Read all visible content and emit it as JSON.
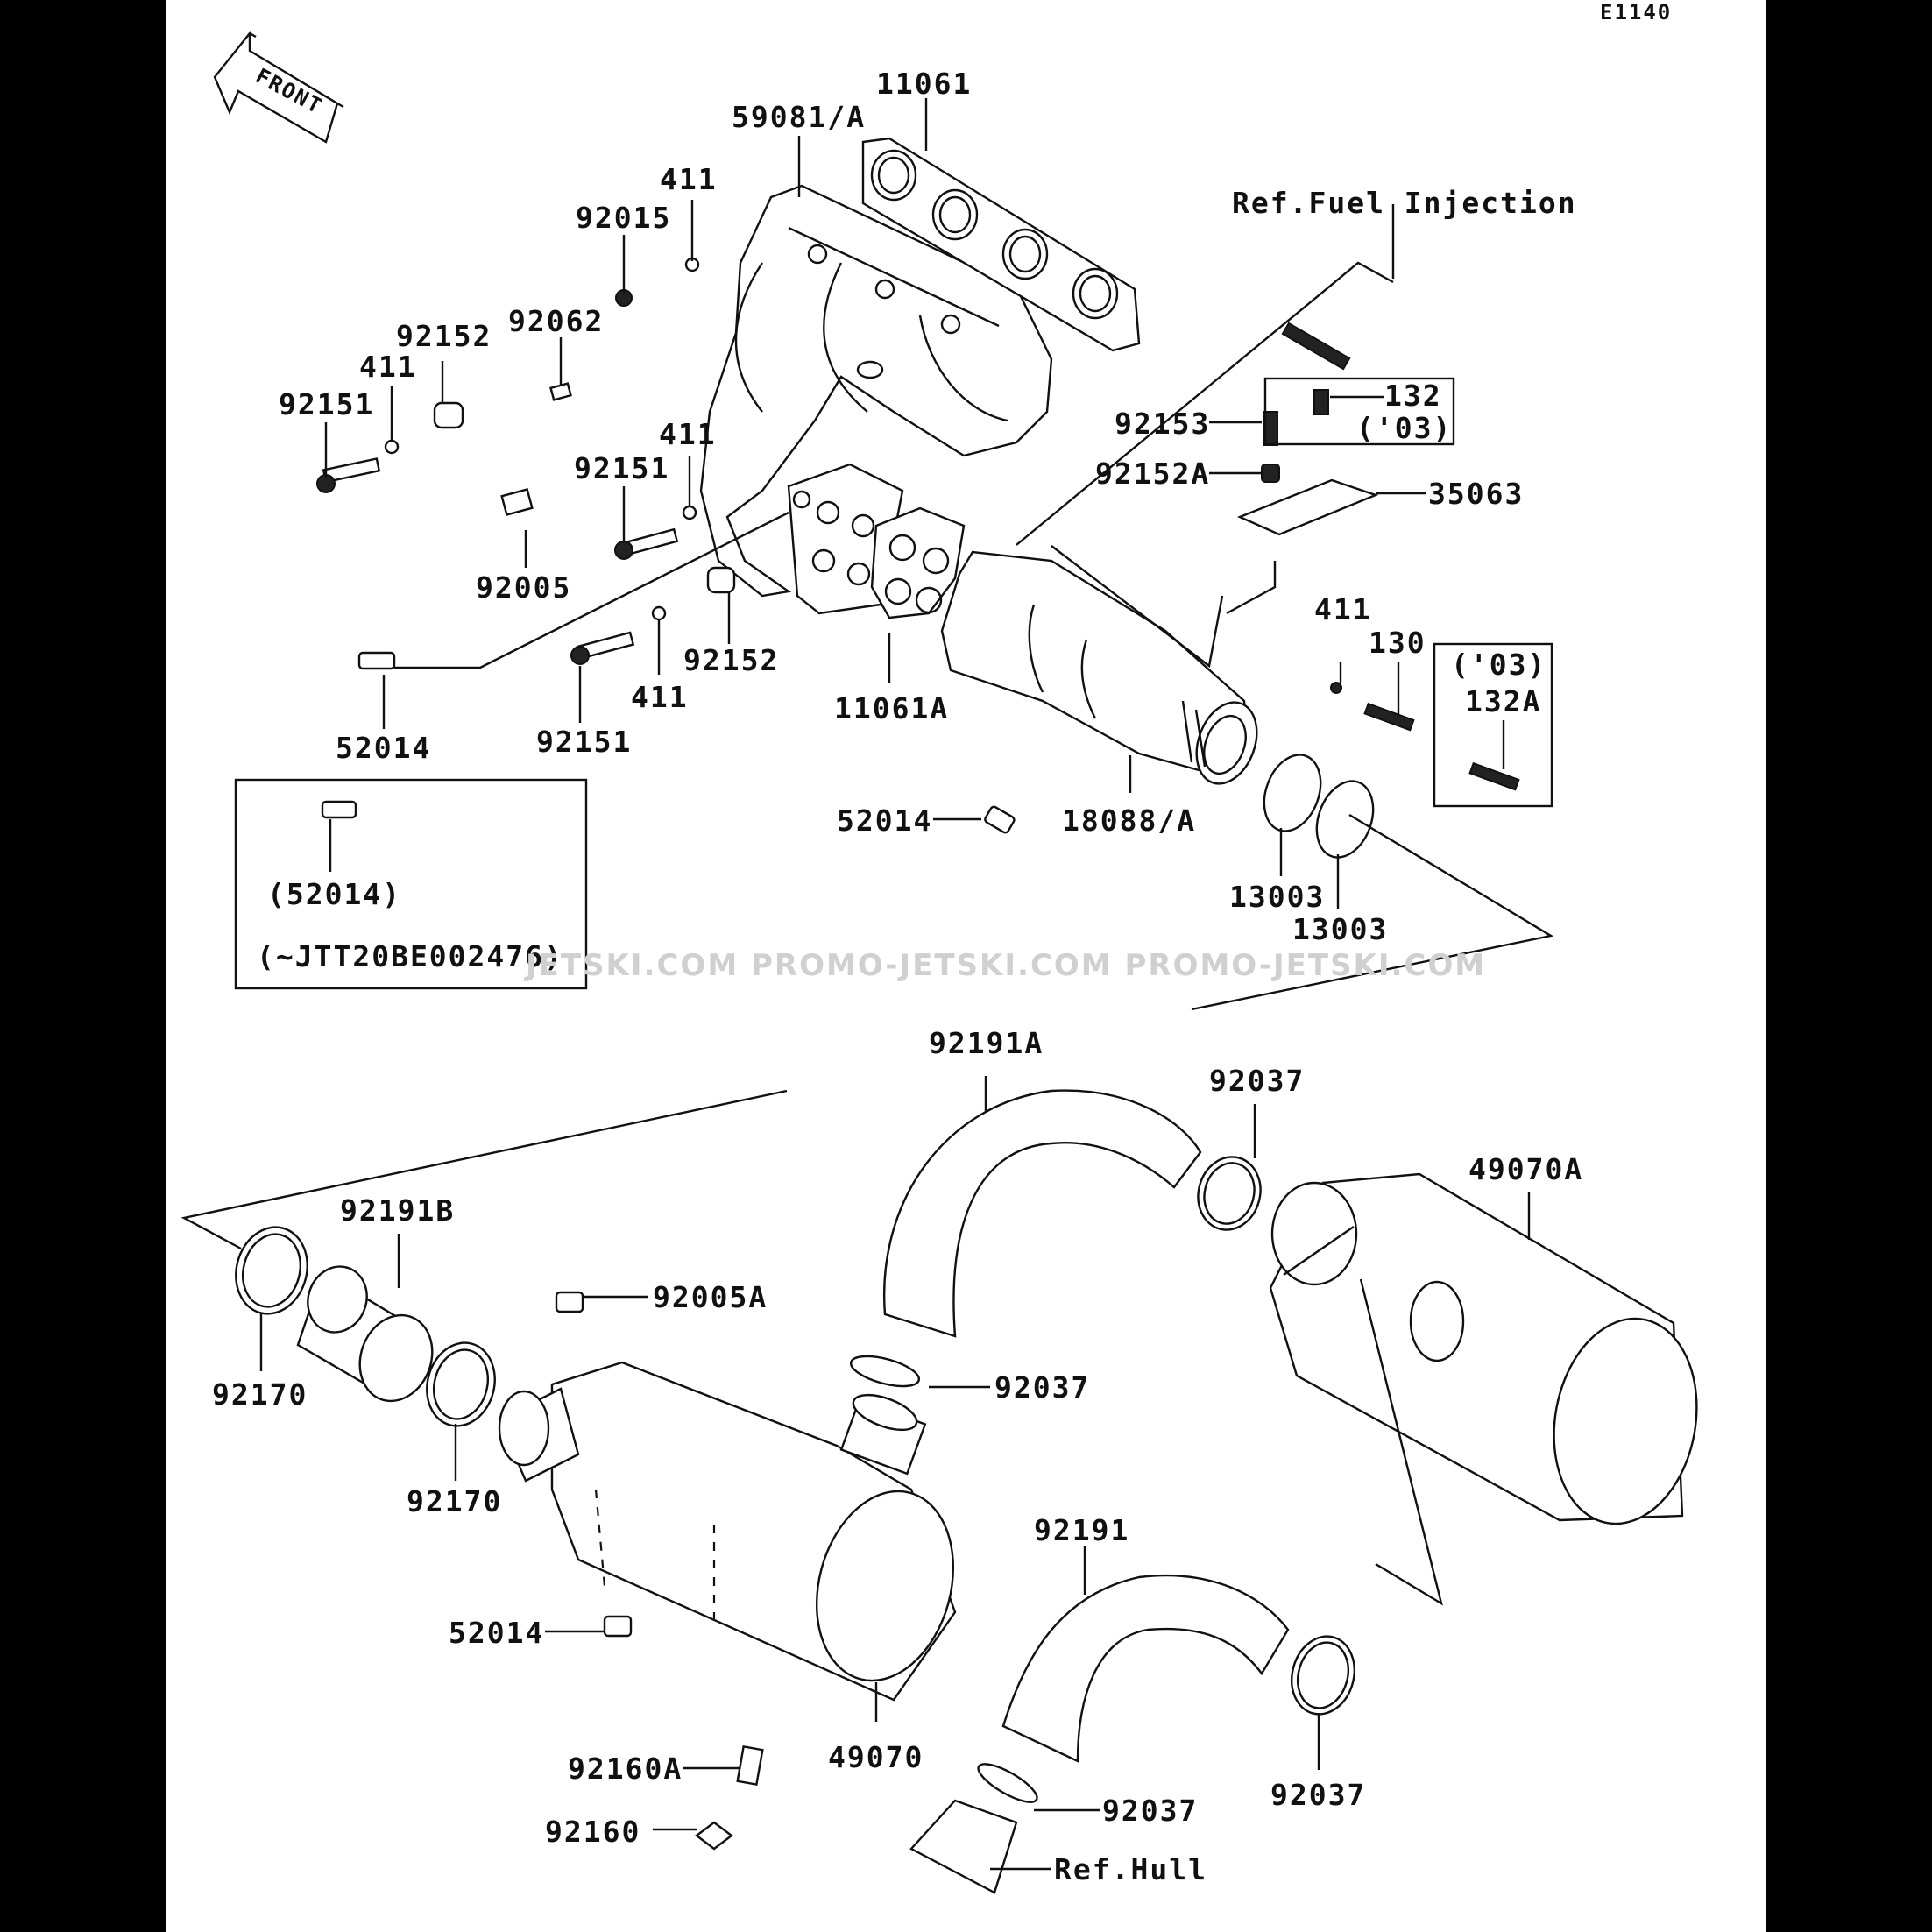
{
  "diagram_code": "E1140",
  "front_label": "FRONT",
  "watermark": "JETSKI.COM  PROMO-JETSKI.COM  PROMO-JETSKI.COM",
  "references": {
    "fuel_injection": "Ref.Fuel Injection",
    "hull": "Ref.Hull"
  },
  "labels": {
    "l11061": "11061",
    "l59081": "59081/A",
    "l411_a": "411",
    "l92015": "92015",
    "l92062": "92062",
    "l92152_a": "92152",
    "l411_b": "411",
    "l92151_a": "92151",
    "l411_c": "411",
    "l92151_b": "92151",
    "l92005": "92005",
    "l52014_a": "52014",
    "l92151_c": "92151",
    "l411_d": "411",
    "l92152_b": "92152",
    "l11061a": "11061A",
    "l52014_b": "52014",
    "l18088": "18088/A",
    "l13003_a": "13003",
    "l13003_b": "13003",
    "l92153": "92153",
    "l132": "132",
    "l132_year": "('03)",
    "l92152a": "92152A",
    "l35063": "35063",
    "l411_e": "411",
    "l130": "130",
    "l132a_year": "('03)",
    "l132a": "132A",
    "l52014_box": "(52014)",
    "l_serial": "(~JTT20BE002476)",
    "l92191a": "92191A",
    "l92037_a": "92037",
    "l49070a": "49070A",
    "l92191b": "92191B",
    "l92170_a": "92170",
    "l92005a": "92005A",
    "l92037_b": "92037",
    "l92170_b": "92170",
    "l92191": "92191",
    "l52014_c": "52014",
    "l49070": "49070",
    "l92037_c": "92037",
    "l92160a": "92160A",
    "l92160": "92160",
    "l92037_d": "92037"
  }
}
